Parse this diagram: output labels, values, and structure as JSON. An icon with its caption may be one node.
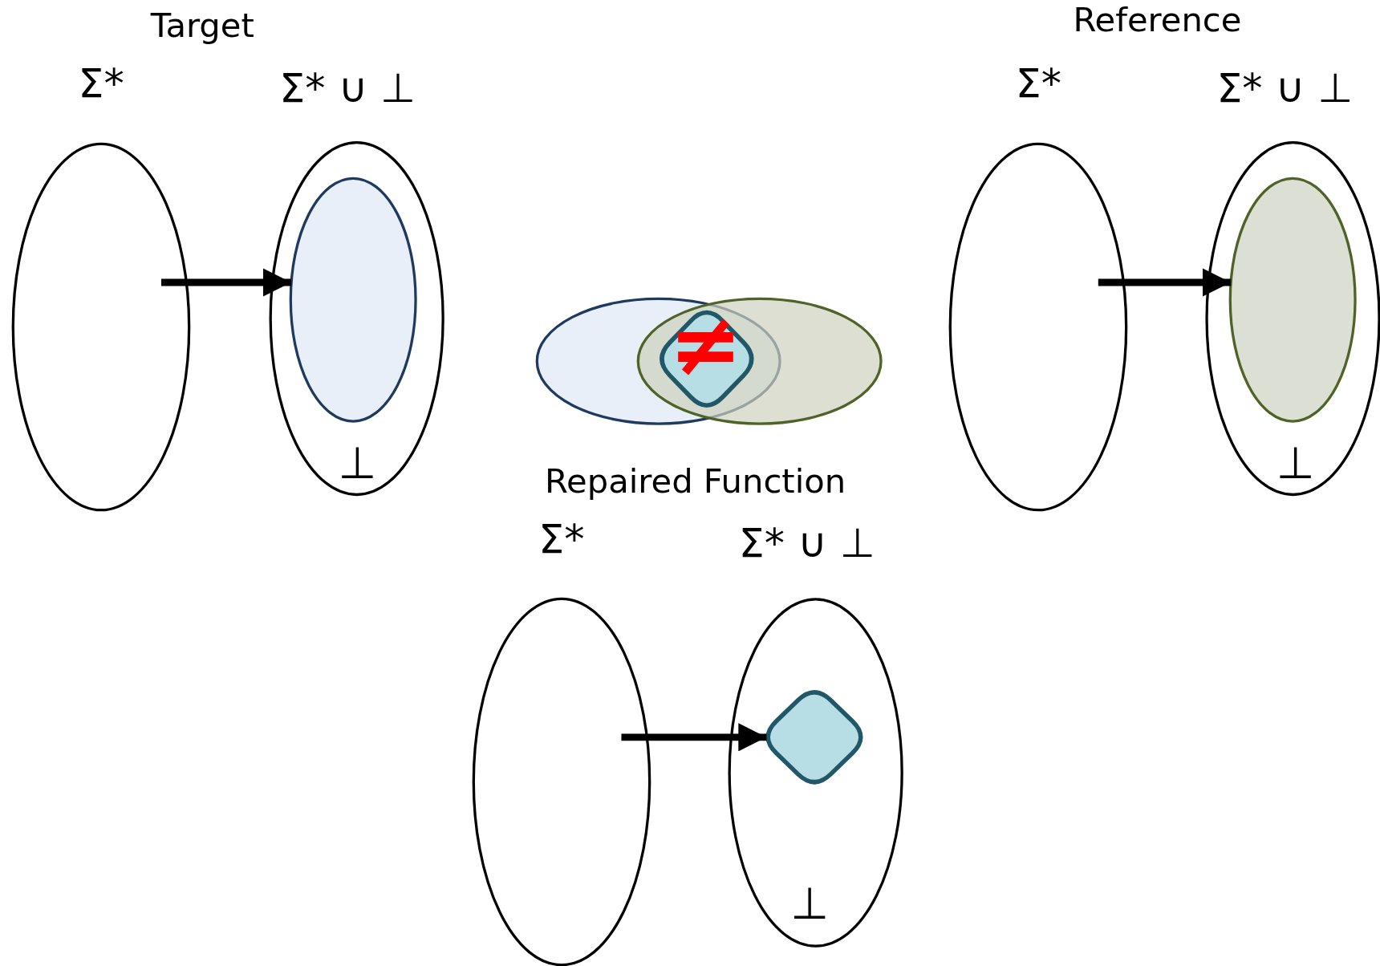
{
  "diagram": {
    "nodes": [
      {
        "text": [
          "Σ*"
        ]
      },
      {
        "text": [
          "Σ* ∪ ⊥",
          "⊥"
        ]
      },
      {
        "text": [],
        "shape": "ellipse",
        "in": 1
      },
      {
        "text": [
          "Σ*"
        ]
      },
      {
        "text": [
          "Σ* ∪ ⊥",
          "⊥"
        ]
      },
      {
        "text": [],
        "shape": "ellipse",
        "in": 4
      },
      {
        "text": [],
        "shape": "ellipse"
      },
      {
        "text": [],
        "shape": "ellipse"
      },
      {
        "text": [
          "≠"
        ]
      },
      {
        "text": [
          "Σ*"
        ]
      },
      {
        "text": [
          "Σ* ∪ ⊥",
          "⊥"
        ]
      },
      {
        "text": [],
        "shape": "diamond",
        "in": 10
      }
    ],
    "edges": [
      {
        "from": 0,
        "to": 2,
        "arrow": "to"
      },
      {
        "from": 3,
        "to": 5,
        "arrow": "to"
      },
      {
        "from": 9,
        "to": 11,
        "arrow": "to"
      }
    ],
    "labels": [
      "Target",
      "Reference",
      "Repaired Function"
    ]
  }
}
